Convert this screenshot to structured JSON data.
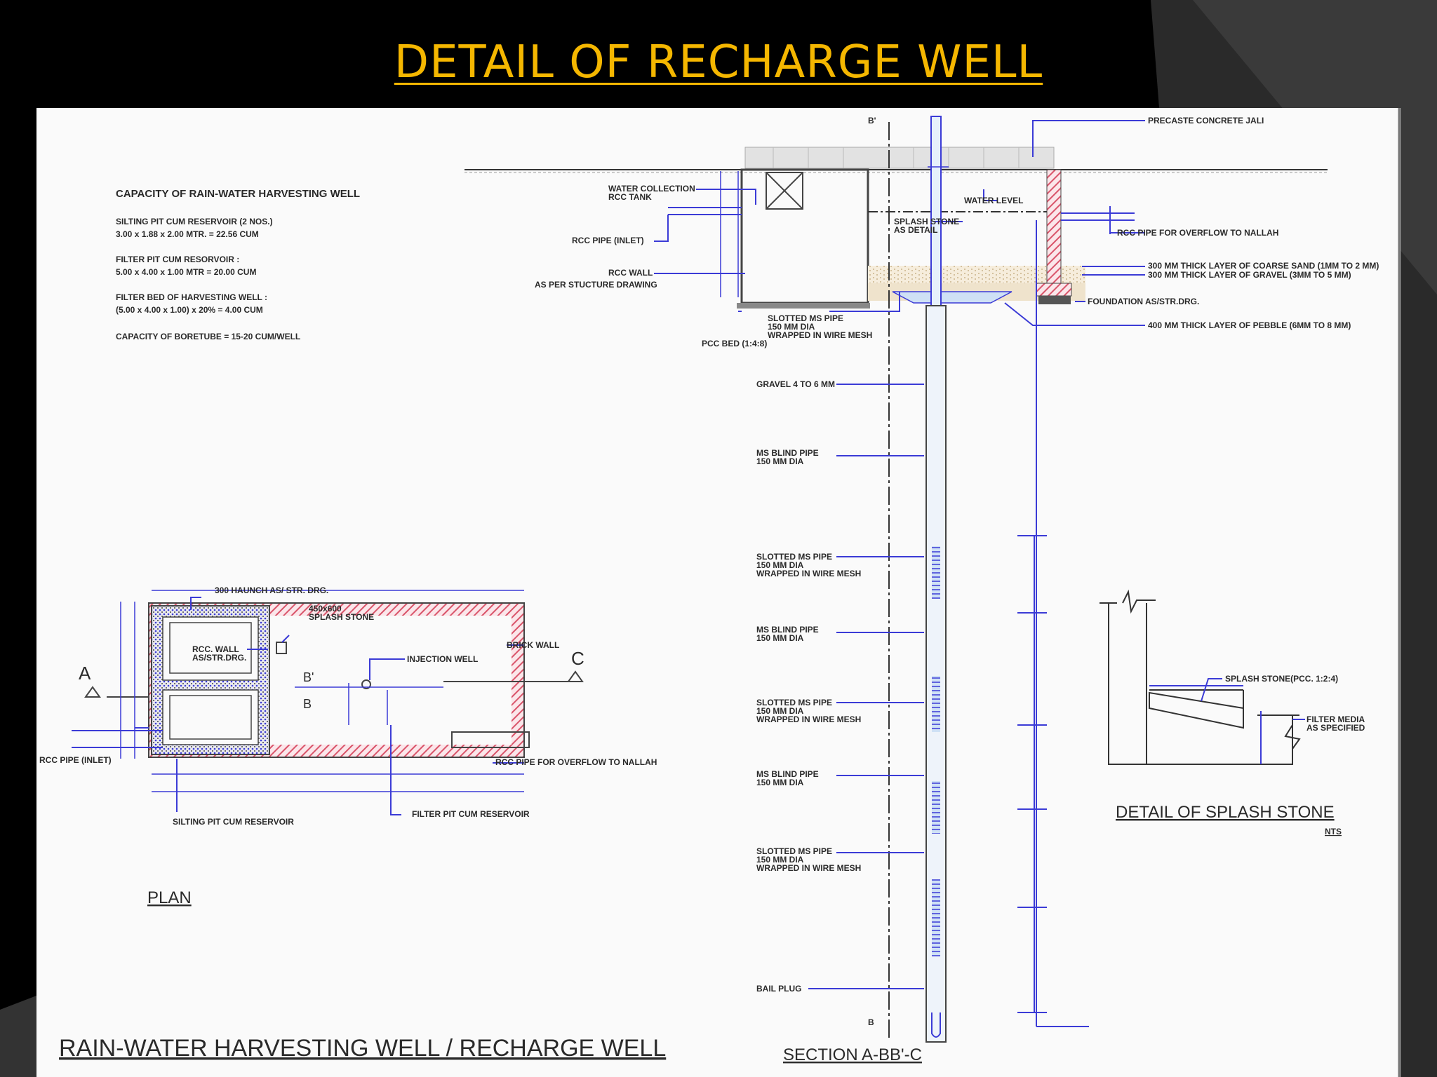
{
  "slide": {
    "title": "DETAIL OF RECHARGE WELL"
  },
  "capacity": {
    "heading": "CAPACITY OF RAIN-WATER HARVESTING WELL",
    "lines": [
      "SILTING PIT CUM RESERVOIR (2 NOS.)",
      "3.00 x 1.88 x 2.00 MTR.    = 22.56 CUM",
      "FILTER PIT CUM RESORVOIR :",
      "5.00 x 4.00 x 1.00 MTR      = 20.00 CUM",
      "FILTER BED OF HARVESTING WELL :",
      "(5.00 x 4.00 x 1.00) x 20%  = 4.00 CUM",
      "CAPACITY OF BORETUBE  = 15-20 CUM/WELL"
    ]
  },
  "section": {
    "title": "SECTION A-BB'-C",
    "marker_top": "B'",
    "marker_bottom": "B",
    "left_labels": [
      "WATER COLLECTION",
      "RCC TANK",
      "RCC PIPE (INLET)",
      "RCC WALL",
      "AS PER STUCTURE DRAWING",
      "SLOTTED MS PIPE",
      "150 MM DIA",
      "WRAPPED IN WIRE MESH",
      "PCC BED (1:4:8)",
      "GRAVEL 4 TO 6 MM",
      "MS BLIND PIPE",
      "150 MM DIA",
      "SLOTTED MS PIPE",
      "150 MM DIA",
      "WRAPPED IN WIRE MESH",
      "MS BLIND PIPE",
      "150 MM DIA",
      "SLOTTED MS PIPE",
      "150 MM DIA",
      "WRAPPED IN WIRE MESH",
      "MS BLIND PIPE",
      "150 MM DIA",
      "SLOTTED MS PIPE",
      "150 MM DIA",
      "WRAPPED IN WIRE MESH",
      "BAIL PLUG"
    ],
    "right_labels": [
      "PRECASTE CONCRETE JALI",
      "WATER LEVEL",
      "SPLASH STONE",
      "AS DETAIL",
      "RCC PIPE FOR OVERFLOW TO NALLAH",
      "300 MM THICK LAYER OF COARSE SAND (1MM TO 2 MM)",
      "300 MM THICK LAYER OF GRAVEL (3MM TO 5 MM)",
      "FOUNDATION AS/STR.DRG.",
      "400 MM THICK LAYER OF PEBBLE (6MM TO 8 MM)"
    ]
  },
  "plan": {
    "title": "PLAN",
    "labels": [
      "300 HAUNCH AS/ STR. DRG.",
      "450x600",
      "SPLASH STONE",
      "BRICK WALL",
      "RCC. WALL",
      "AS/STR.DRG.",
      "INJECTION WELL",
      "RCC PIPE (INLET)",
      "RCC PIPE FOR OVERFLOW TO NALLAH",
      "SILTING PIT CUM RESERVOIR",
      "FILTER PIT CUM RESERVOIR"
    ],
    "marker_a": "A",
    "marker_c": "C",
    "marker_b_prime": "B'",
    "marker_b": "B"
  },
  "splash": {
    "title": "DETAIL OF SPLASH STONE",
    "subtitle": "NTS",
    "labels": [
      "SPLASH STONE(PCC. 1:2:4)",
      "FILTER MEDIA",
      "AS SPECIFIED"
    ]
  },
  "footer": {
    "title": "RAIN-WATER  HARVESTING WELL / RECHARGE WELL"
  },
  "colors": {
    "title": "#f5b700",
    "background": "#000000",
    "paper": "#fafafa",
    "dimension_blue": "#3b3bd6",
    "brick_red": "#d9546a"
  }
}
